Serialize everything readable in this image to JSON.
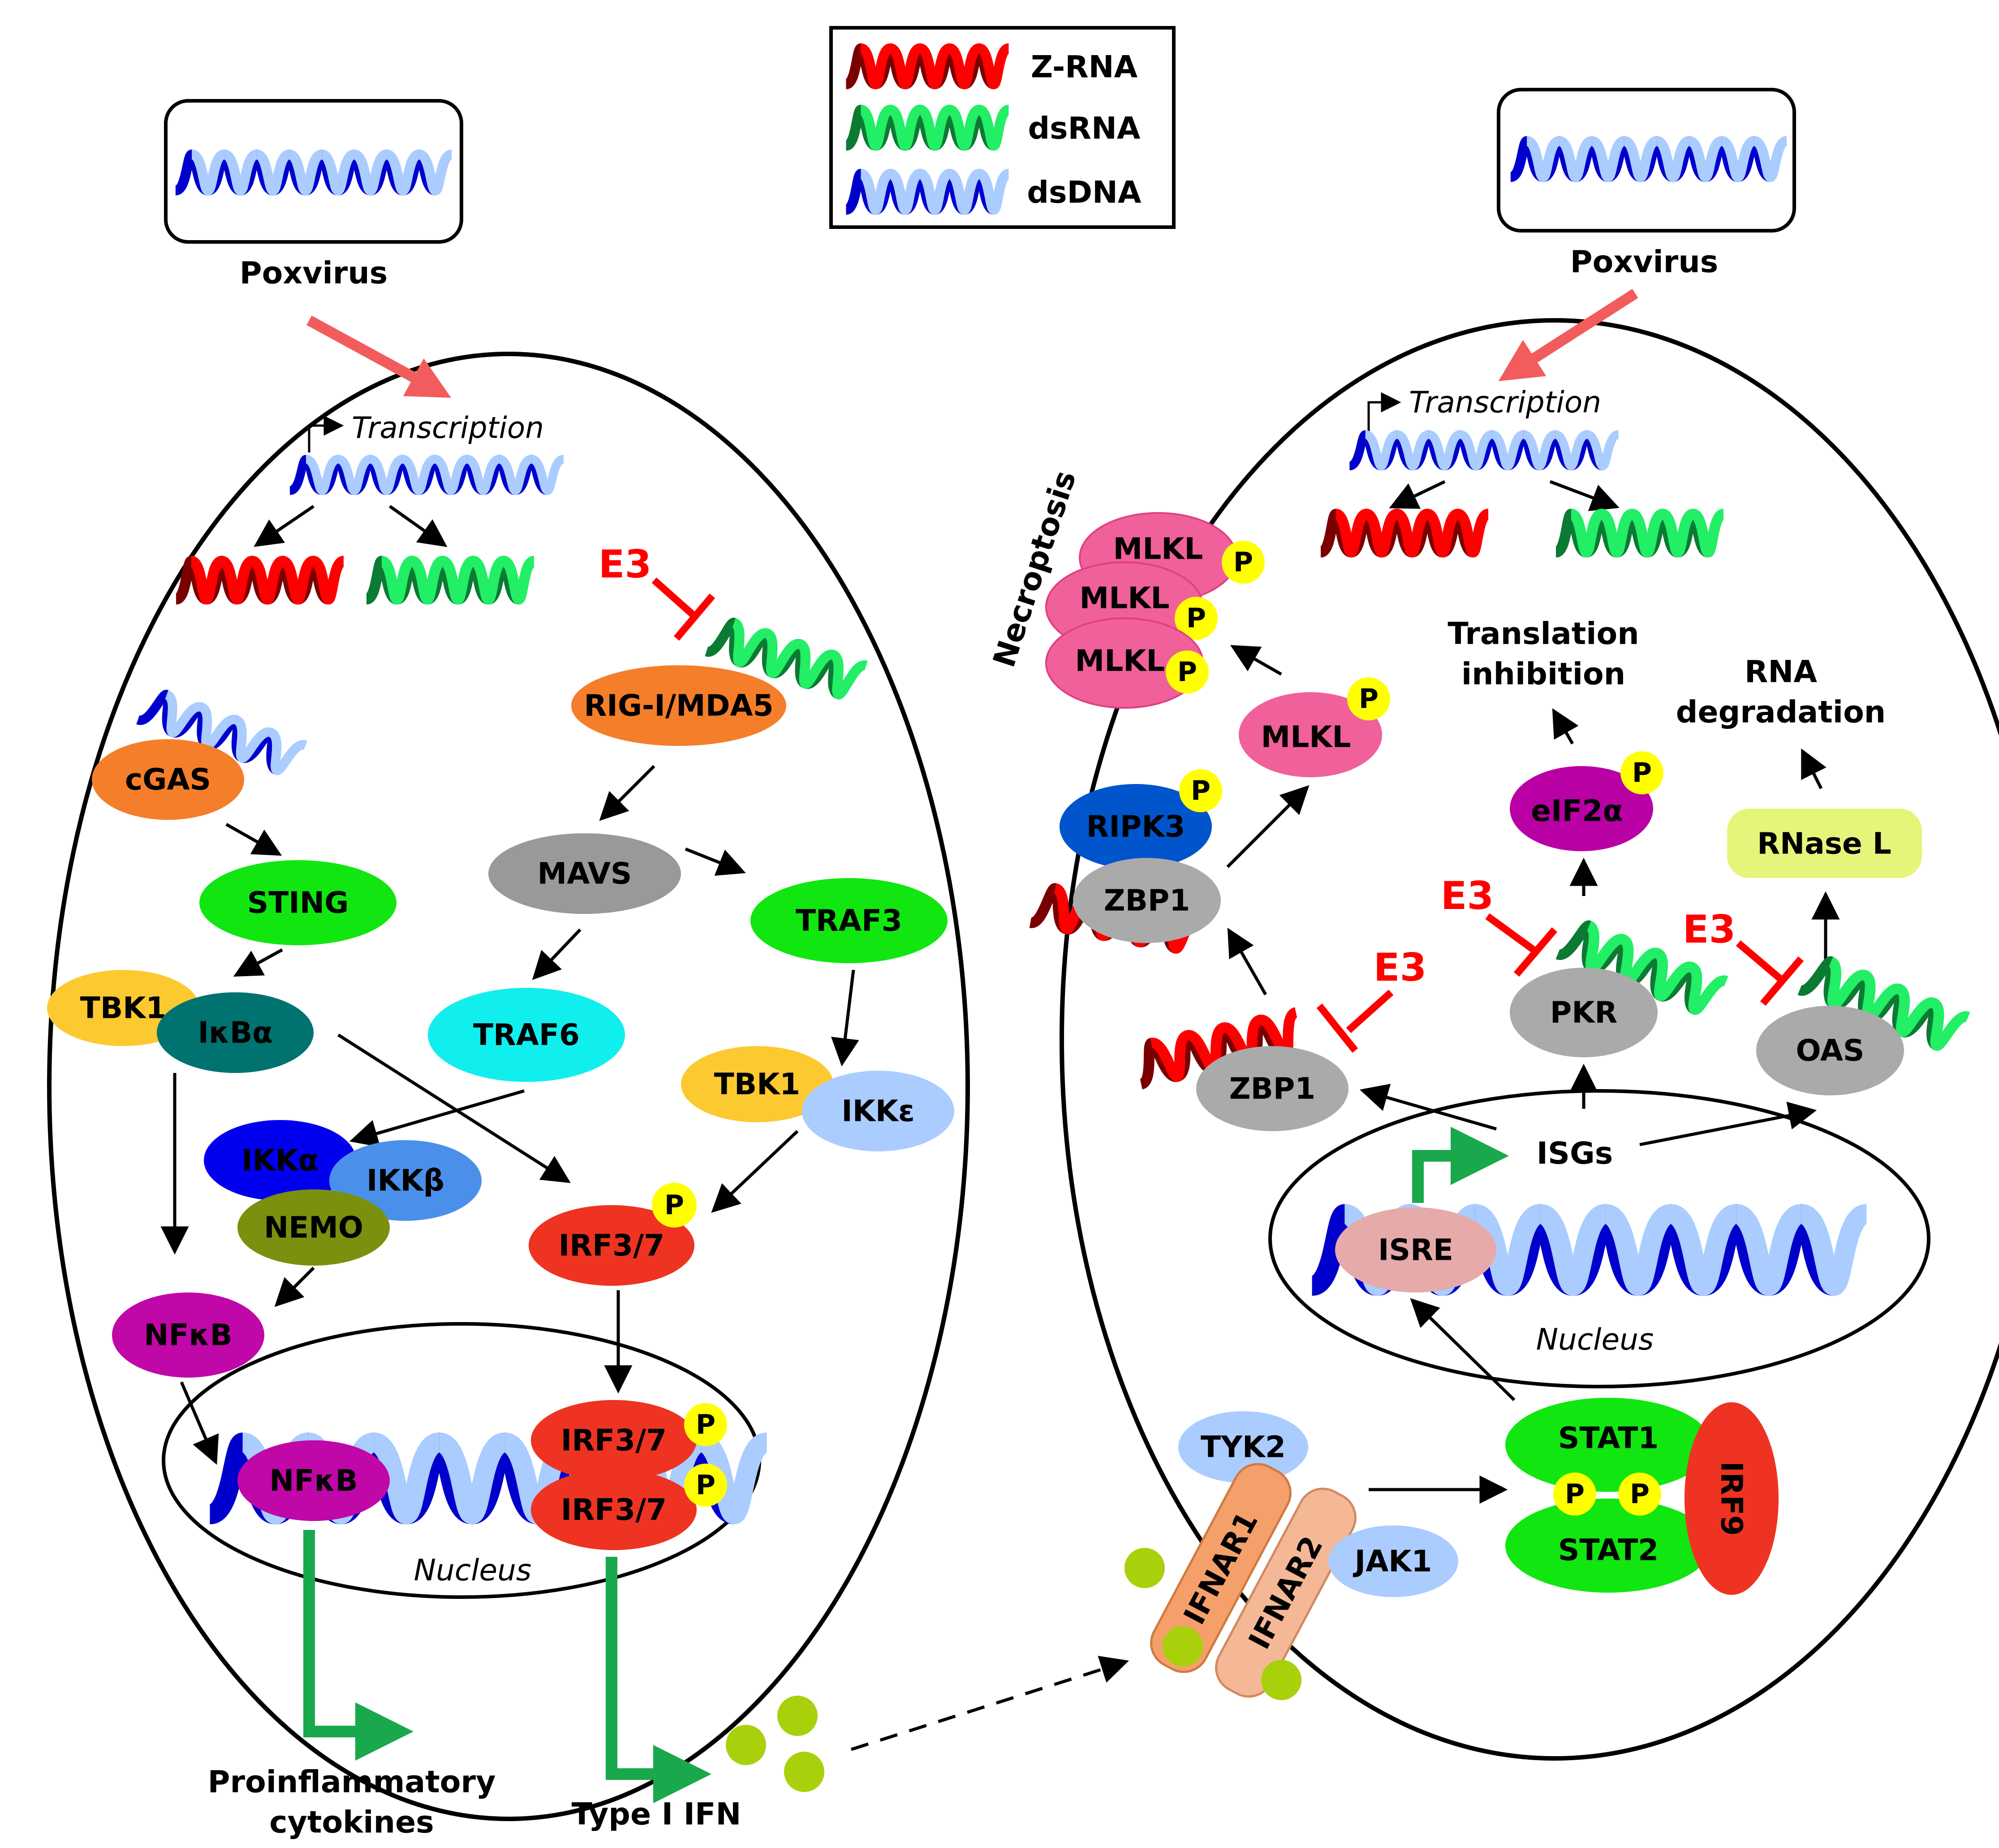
{
  "legend": [
    {
      "label": "Z-RNA",
      "color_a": "#ff0000",
      "color_b": "#8b0000"
    },
    {
      "label": "dsRNA",
      "color_a": "#22ee66",
      "color_b": "#0b7a33"
    },
    {
      "label": "dsDNA",
      "color_a": "#aaccff",
      "color_b": "#0000cc"
    }
  ],
  "left_cell": {
    "virus_label": "Poxvirus",
    "transcription": "Transcription",
    "inhibitor": "E3",
    "nodes": {
      "rig": "RIG-I/MDA5",
      "cgas": "cGAS",
      "sting": "STING",
      "mavs": "MAVS",
      "traf3": "TRAF3",
      "traf6": "TRAF6",
      "tbk1_a": "TBK1",
      "ikba": "IκBα",
      "tbk1_b": "TBK1",
      "ikke": "IKKε",
      "ikka": "IKKα",
      "ikkb": "IKKβ",
      "nemo": "NEMO",
      "irf37": "IRF3/7",
      "nfkb": "NFκB",
      "nfkb_nuc": "NFκB",
      "irf37_nuc_a": "IRF3/7",
      "irf37_nuc_b": "IRF3/7"
    },
    "phospho": "P",
    "nucleus": "Nucleus",
    "out_cytokines_1": "Proinflammatory",
    "out_cytokines_2": "cytokines",
    "out_ifn": "Type I IFN"
  },
  "right_cell": {
    "virus_label": "Poxvirus",
    "transcription": "Transcription",
    "inhibitor": "E3",
    "necroptosis": "Necroptosis",
    "nodes": {
      "mlkl_1": "MLKL",
      "mlkl_2": "MLKL",
      "mlkl_3": "MLKL",
      "mlkl_4": "MLKL",
      "ripk3": "RIPK3",
      "zbp1_a": "ZBP1",
      "zbp1_b": "ZBP1",
      "eif2a": "eIF2α",
      "pkr": "PKR",
      "rnasel": "RNase L",
      "oas": "OAS",
      "isgs": "ISGs",
      "isre": "ISRE",
      "tyk2": "TYK2",
      "ifnar1": "IFNAR1",
      "ifnar2": "IFNAR2",
      "jak1": "JAK1",
      "stat1": "STAT1",
      "stat2": "STAT2",
      "irf9": "IRF9"
    },
    "phospho": "P",
    "translation_1": "Translation",
    "translation_2": "inhibition",
    "rna_deg_1": "RNA",
    "rna_deg_2": "degradation",
    "nucleus": "Nucleus"
  }
}
